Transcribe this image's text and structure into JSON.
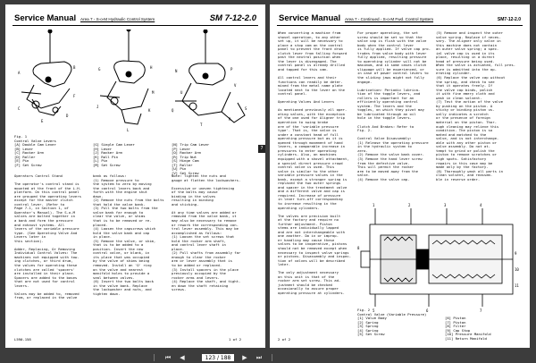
{
  "left_page": {
    "header": {
      "title": "Service Manual",
      "area": "Area 7 - S-o-M Hydraulic Control System",
      "code": "SM 7-12-2.0"
    },
    "figure_caption": "Fig. 1\nControl Valve Levers\n[A] Double Cam Lever\n[B] Lever\n[C] Rocker Arm\n[D] Roller\n[E] Pin\n[F] Set Screw",
    "caption_col2": "\n\n[G] Single Cam Lever\n[H] Lever\n[J] Rocker Arm\n[K] Roll Pin\n[L] Pin\n[M] Set Screw",
    "caption_col3": "\n\n[N] Trip Cam Lever\n[P] Lever\n[Q] Rocker Arm\n[R] Trip Nut\n[S] Hinge Cam\n[T] Roller\n[U] Pin\n[V] Set Screw",
    "col1_text": "Operators Control Stand\n\nThe operator's control stand is\nmounted at the front of the L.H.\nplatform. On this control panel\nare grouped the operating levers\nexcept for the master clutch\ncontrol lever. (Refer to\nPage 7-1, in Section 1, of\nOperator's Manual). The S-o-M\nvalves are bolted together in\na bank and form the pressure\nand exhaust systems. All\nlevers of the variable pressure\ntype. (See Operating Valve And\nLevers later in\nthis section).\n\nAdder, Replacing, Or Removing\nIndividual Control Valves: The\nmachines not equipped with tow-\ning clutches, or third drum,\nthe valves for operating these\nclutches are called 'spacers'\nare installed in their place.\nSpacers are added to the bases\nthat are not used for control\nlevers.\n\nValves may be added to, removed\nfrom, or replaced in the valve",
    "col2_text": "bank as follows:\n(1) Remove pressure to\nthe system to zero by moving\nthe control levers back and\nforth with the engine shut\ndown.\n(2) Remove the nuts from the bolts\nthat hold the valve bank.\n(3) Pull the two bolts from the\nvalve bank far enough to\nclear the valve, or shims\nthat is to be removed or re-\nplaced.\n(4) Loosen the capscrews which\nhold the valve bank and cap\nin place.\n(5) Remove the valve, or shim,\nthat is to be added to a\nposition. Insert the new\ncontrol valve, or blank, in\nits place that was occupied\nby the valve of shims being\nremoved. Install an 'O' ring\non the valve and nearest\nmanifold holes to provide a\nseal between valves.\n(6) Insert the two bolts back\nin the valve bank. Replace\nthe lockwasher and nuts, and\ntighten down.",
    "col3_text": "Note: Tighten the nuts and\ngauge at flatten the lockwashers.\n\nExcessive or uneven tightening\nof the bolts may cause\nbinding in the valves\nresulting in binding\nand sticking.\n\nAt any time valves are added or\nremoved from the valve bank, it\nmay also be necessary to remove\nor rework the corresponding con-\ntrol lever assembly. This may be\naccomplished as follows:\n(1) Loosen the set screws that\nhold the rocker arm shaft,\nand control lever shaft in\nplace.\n(2) Pull shafts from assembly far\nenough to clear the rocker\narm or lever assembly that is\nto be added or replaced.\n(3) Install spacers in the place\npreviously occupied by the\nrocker arms and levers.\n(4) Replace the shaft, and tight-\nen down the shaft retaining\nscrews.",
    "footer_left": "L590-158",
    "footer_right": "1 of 2",
    "tab_number": "7"
  },
  "right_page": {
    "header": {
      "title": "Service Manual",
      "area": "Area 7 - Continued - S-o-M Fwd. Control System",
      "code": "SM7-12-2.0"
    },
    "col1_text": "When converting a machine from\nshovel operation, to any other\nset up, it will be necessary to\nplace a stop cam on the control\npanel to prevent the front drum\nclutch lever from falling forward\npast the neutral position when\nthe lever is disengaged. The\ncontrol panel is already drilled\nand tapped for this cam.\n\nAll control levers and their\nfunctions can readily be deter-\nmined from the metal name plate\nlocated next to the lever on the\ncontrol panel.\n\nOperating Valves And Levers\n\nAs mentioned previously all oper-\nating valves, with the exception\nof the one used for Aligner trip\noperation to swing brake\nare of the 'variable pressure\ntype'. That is, the valve is\nunder a constant head of full\noperating pressure but as it is\nopened through movement of hand\nlevers, a comparable increase in\npressures to enter operating\ncylinders. Also, on machines\nequipped with a shovel attachment,\na special direct pressure crowd\ncontrol valve is used. This\nvalve is similar to the other\nvariable pressure valves in the\nbank, except a stronger spring is\nreplaced the two outer springs\nand spacer in the treatment valve\nand a different valve and cap is\nrequired. Increase of pressure\nin lever turn-off corresponding\nto increase resulting in the\noperating cylinders.\n\nThe valves are precision built\nat the factory and require no\nfurther adjustment. Piston\nstems are individually lapped\nand are not interchangeable with\none another. Do in or improp-\ner handling may cause these\nvalves to be inoperative, pistons\nshould not be removed except when\nnecessary to inspect valve springs\nor pistons. Disassembly and inspec-\ntion of valves will be described\nlater.\n\nThe only adjustment necessary\non this unit is that of the\nrocker arm set screw. This ad-\njustment should be checked\noccasionally to assure proper\noperating pressure at cylinders.",
    "col2_text": "For proper operating, the set\nscrew should be set so that the\nvalve cap is flush with the valve\nbody when the control lever\nis fully applied. If valve cap pro-\ntrudes from valve body with lever\nfully applied, resulting pressure\nto operating cylinder will not be\nmaximum, and in some cases clutch\nslippage will be experienced, or\nin case of power control levers to\nthe sliding jaws might not fully\nengage.\n\nLubrication: Periodic lubrica-\ntion of the toggle levers, and\nrollers is important for an\nefficiently operating control\nsystem. The levers and the\ntoggles, on which they pivot may\nbe lubricated through an oil\nhole in the toggle levers.\n\nClutch And Brakes: Refer to\nFig. 2.\n\nControl Valve Disassembly:\n(1) Release the operating pressure\nin the hydraulic system to\nzero.\n(2) Remove the valve bank cover.\n(3) Remove the hand lever screw\nfrom the defective valve.\nThis will permit the rocker\narm to be moved away from the\nvalve.\n(4) Remove the valve cap.",
    "col3_text": "(5) Remove and inspect the outer\nvalve spring. Replace if neces-\nsary. The aligner only valve in\nthis machine does not contain\nan outer valve spring; a spec-\nial valve cap is used in its\nplace, resulting in a direct\nhead of pressure being used.\nWhen the valve is actuated, full pres-\nsure is admitted into the op-\nerating cylinder.\n(6) Replace the valve cap without\nthe spring, and check to see\nthat it operates freely. If\nthe valve cap binds, polish\nit with fine emery cloth and\nwash in clean solvent.\n(7) Test the action of the valve\nby pushing on the piston. A\nsticky or binding piston us-\nually indicates a scratch\nor the presence of foreign\nmaterial on the piston. Thor-\nough cleaning may relieve this\ncondition. The piston is so\nmated and matched to the\nvalve, and is not interchange-\nable with any other piston or\nvalve assembly. Do not at-\ntempt to grind or polish the\npiston to remove scratches or\nhigh spots. Satisfactory\nrepairs in this case may be\nmade only by the factory.\n(8) Thoroughly wash all parts in\nclean solvent, and reassem-\nble in reverse order.",
    "fig_caption_1": "Fig. 2\nControl Valve (Variable Pressure)\n[1] Valve Body\n[2] Spring\n[3] Spring\n[4] Spring\n[5] Set Screw",
    "fig_caption_2": "\n\n[6] Piston\n[7] Piston\n[8] Filter\n[9] Cap Stop\n[10] Pressure Manifold\n[11] Return Manifold",
    "footer_left": "2 of 2"
  },
  "toolbar": {
    "page_field": "123 / 188",
    "icons": [
      "first-page-icon",
      "prev-page-icon",
      "next-page-icon",
      "last-page-icon"
    ]
  }
}
